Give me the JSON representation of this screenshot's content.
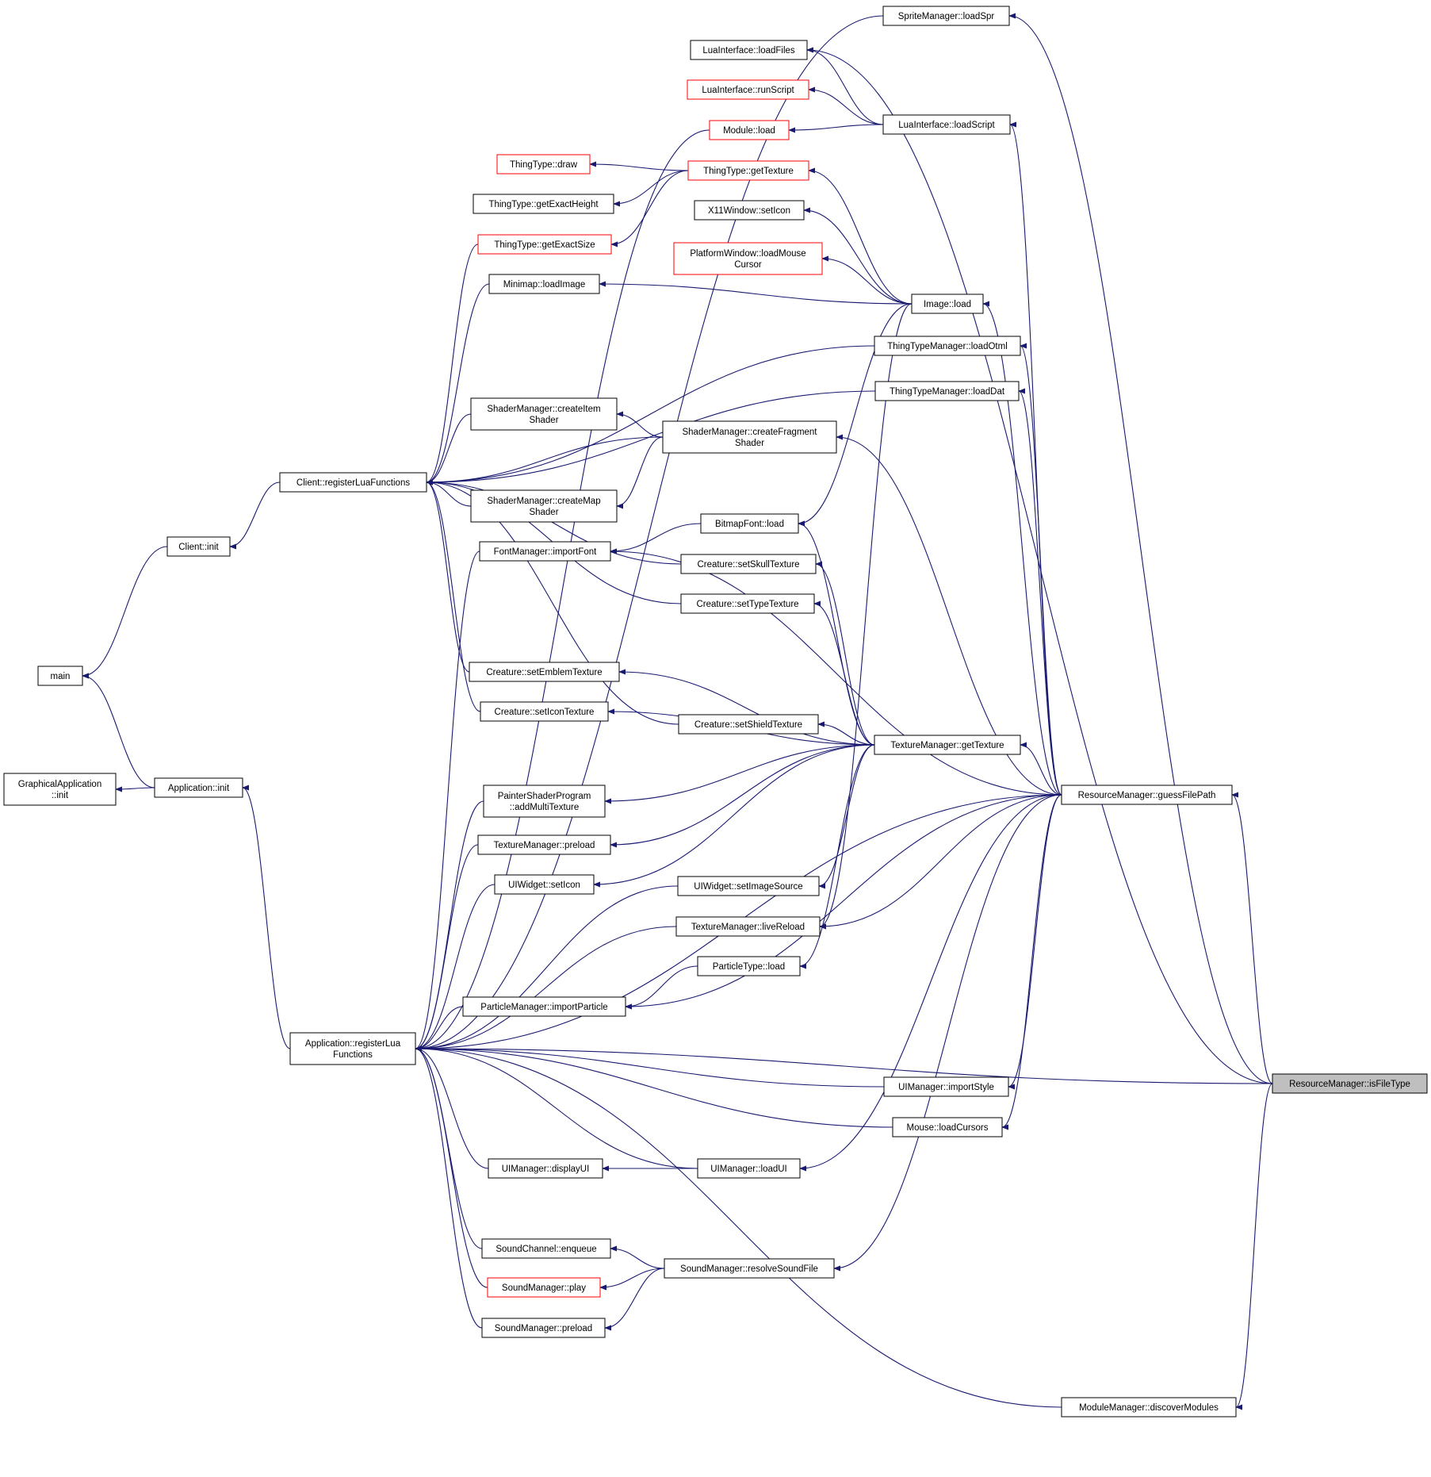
{
  "colors": {
    "edge": "#191970",
    "node_border": "#000000",
    "node_border_truncated": "#ff0000",
    "node_fill": "#ffffff",
    "focus_fill": "#bfbfbf"
  },
  "nodes": {
    "spr_loadspr": {
      "label": [
        "SpriteManager::loadSpr"
      ]
    },
    "lua_loadfiles": {
      "label": [
        "LuaInterface::loadFiles"
      ]
    },
    "lua_runscript": {
      "label": [
        "LuaInterface::runScript"
      ],
      "truncated": true
    },
    "lua_loadscript": {
      "label": [
        "LuaInterface::loadScript"
      ]
    },
    "module_load": {
      "label": [
        "Module::load"
      ],
      "truncated": true
    },
    "tt_draw": {
      "label": [
        "ThingType::draw"
      ],
      "truncated": true
    },
    "tt_gettexture": {
      "label": [
        "ThingType::getTexture"
      ],
      "truncated": true
    },
    "tt_exactheight": {
      "label": [
        "ThingType::getExactHeight"
      ]
    },
    "tt_exactsize": {
      "label": [
        "ThingType::getExactSize"
      ],
      "truncated": true
    },
    "x11_seticon": {
      "label": [
        "X11Window::setIcon"
      ]
    },
    "pw_loadmouse": {
      "label": [
        "PlatformWindow::loadMouse",
        "Cursor"
      ],
      "truncated": true
    },
    "minimap_loadimage": {
      "label": [
        "Minimap::loadImage"
      ]
    },
    "image_load": {
      "label": [
        "Image::load"
      ]
    },
    "ttm_loadotml": {
      "label": [
        "ThingTypeManager::loadOtml"
      ]
    },
    "ttm_loaddat": {
      "label": [
        "ThingTypeManager::loadDat"
      ]
    },
    "sm_itemshader": {
      "label": [
        "ShaderManager::createItem",
        "Shader"
      ]
    },
    "sm_fragshader": {
      "label": [
        "ShaderManager::createFragment",
        "Shader"
      ]
    },
    "sm_mapshader": {
      "label": [
        "ShaderManager::createMap",
        "Shader"
      ]
    },
    "client_reglua": {
      "label": [
        "Client::registerLuaFunctions"
      ]
    },
    "bitmapfont_load": {
      "label": [
        "BitmapFont::load"
      ]
    },
    "fm_importfont": {
      "label": [
        "FontManager::importFont"
      ]
    },
    "client_init": {
      "label": [
        "Client::init"
      ]
    },
    "cr_skull": {
      "label": [
        "Creature::setSkullTexture"
      ]
    },
    "cr_type": {
      "label": [
        "Creature::setTypeTexture"
      ]
    },
    "main": {
      "label": [
        "main"
      ]
    },
    "cr_emblem": {
      "label": [
        "Creature::setEmblemTexture"
      ]
    },
    "cr_icon": {
      "label": [
        "Creature::setIconTexture"
      ]
    },
    "cr_shield": {
      "label": [
        "Creature::setShieldTexture"
      ]
    },
    "texm_gettexture": {
      "label": [
        "TextureManager::getTexture"
      ]
    },
    "ga_init": {
      "label": [
        "GraphicalApplication",
        "::init"
      ]
    },
    "app_init": {
      "label": [
        "Application::init"
      ]
    },
    "psp_addmulti": {
      "label": [
        "PainterShaderProgram",
        "::addMultiTexture"
      ]
    },
    "rm_guess": {
      "label": [
        "ResourceManager::guessFilePath"
      ]
    },
    "texm_preload": {
      "label": [
        "TextureManager::preload"
      ]
    },
    "uiw_seticon": {
      "label": [
        "UIWidget::setIcon"
      ]
    },
    "uiw_setimage": {
      "label": [
        "UIWidget::setImageSource"
      ]
    },
    "texm_livereload": {
      "label": [
        "TextureManager::liveReload"
      ]
    },
    "pt_load": {
      "label": [
        "ParticleType::load"
      ]
    },
    "pm_import": {
      "label": [
        "ParticleManager::importParticle"
      ]
    },
    "app_reglua": {
      "label": [
        "Application::registerLua",
        "Functions"
      ]
    },
    "rm_isfiletype": {
      "label": [
        "ResourceManager::isFileType"
      ],
      "focus": true
    },
    "uim_importstyle": {
      "label": [
        "UIManager::importStyle"
      ]
    },
    "mouse_loadcursors": {
      "label": [
        "Mouse::loadCursors"
      ]
    },
    "uim_displayui": {
      "label": [
        "UIManager::displayUI"
      ]
    },
    "uim_loadui": {
      "label": [
        "UIManager::loadUI"
      ]
    },
    "sc_enqueue": {
      "label": [
        "SoundChannel::enqueue"
      ]
    },
    "sndm_resolve": {
      "label": [
        "SoundManager::resolveSoundFile"
      ]
    },
    "sndm_play": {
      "label": [
        "SoundManager::play"
      ],
      "truncated": true
    },
    "sndm_preload": {
      "label": [
        "SoundManager::preload"
      ]
    },
    "modm_discover": {
      "label": [
        "ModuleManager::discoverModules"
      ]
    }
  },
  "edges": [
    [
      "client_init",
      "main"
    ],
    [
      "app_init",
      "main"
    ],
    [
      "app_init",
      "ga_init"
    ],
    [
      "client_reglua",
      "client_init"
    ],
    [
      "app_reglua",
      "app_init"
    ],
    [
      "spr_loadspr",
      "app_reglua"
    ],
    [
      "lua_loadscript",
      "lua_loadfiles"
    ],
    [
      "lua_loadscript",
      "lua_runscript"
    ],
    [
      "lua_loadscript",
      "module_load"
    ],
    [
      "module_load",
      "app_reglua"
    ],
    [
      "tt_gettexture",
      "tt_draw"
    ],
    [
      "tt_gettexture",
      "tt_exactheight"
    ],
    [
      "tt_gettexture",
      "tt_exactsize"
    ],
    [
      "tt_exactsize",
      "client_reglua"
    ],
    [
      "minimap_loadimage",
      "client_reglua"
    ],
    [
      "ttm_loadotml",
      "client_reglua"
    ],
    [
      "ttm_loaddat",
      "client_reglua"
    ],
    [
      "sm_itemshader",
      "client_reglua"
    ],
    [
      "sm_fragshader",
      "client_reglua"
    ],
    [
      "sm_fragshader",
      "sm_itemshader"
    ],
    [
      "sm_fragshader",
      "sm_mapshader"
    ],
    [
      "sm_mapshader",
      "client_reglua"
    ],
    [
      "cr_skull",
      "client_reglua"
    ],
    [
      "cr_type",
      "client_reglua"
    ],
    [
      "cr_emblem",
      "client_reglua"
    ],
    [
      "cr_icon",
      "client_reglua"
    ],
    [
      "cr_shield",
      "client_reglua"
    ],
    [
      "image_load",
      "tt_gettexture"
    ],
    [
      "image_load",
      "x11_seticon"
    ],
    [
      "image_load",
      "pw_loadmouse"
    ],
    [
      "image_load",
      "minimap_loadimage"
    ],
    [
      "image_load",
      "bitmapfont_load"
    ],
    [
      "image_load",
      "texm_livereload"
    ],
    [
      "bitmapfont_load",
      "fm_importfont"
    ],
    [
      "fm_importfont",
      "app_reglua"
    ],
    [
      "texm_gettexture",
      "bitmapfont_load"
    ],
    [
      "texm_gettexture",
      "cr_skull"
    ],
    [
      "texm_gettexture",
      "cr_type"
    ],
    [
      "texm_gettexture",
      "cr_emblem"
    ],
    [
      "texm_gettexture",
      "cr_icon"
    ],
    [
      "texm_gettexture",
      "cr_shield"
    ],
    [
      "texm_gettexture",
      "psp_addmulti"
    ],
    [
      "texm_gettexture",
      "texm_preload"
    ],
    [
      "texm_gettexture",
      "uiw_seticon"
    ],
    [
      "texm_gettexture",
      "uiw_setimage"
    ],
    [
      "texm_gettexture",
      "pt_load"
    ],
    [
      "psp_addmulti",
      "app_reglua"
    ],
    [
      "texm_preload",
      "app_reglua"
    ],
    [
      "uiw_seticon",
      "app_reglua"
    ],
    [
      "uiw_setimage",
      "app_reglua"
    ],
    [
      "texm_livereload",
      "app_reglua"
    ],
    [
      "pt_load",
      "pm_import"
    ],
    [
      "pm_import",
      "app_reglua"
    ],
    [
      "rm_guess",
      "lua_loadscript"
    ],
    [
      "rm_guess",
      "image_load"
    ],
    [
      "rm_guess",
      "ttm_loadotml"
    ],
    [
      "rm_guess",
      "ttm_loaddat"
    ],
    [
      "rm_guess",
      "sm_fragshader"
    ],
    [
      "rm_guess",
      "fm_importfont"
    ],
    [
      "rm_guess",
      "texm_gettexture"
    ],
    [
      "rm_guess",
      "texm_livereload"
    ],
    [
      "rm_guess",
      "pm_import"
    ],
    [
      "rm_guess",
      "app_reglua"
    ],
    [
      "rm_guess",
      "uim_importstyle"
    ],
    [
      "rm_guess",
      "mouse_loadcursors"
    ],
    [
      "rm_guess",
      "uim_loadui"
    ],
    [
      "rm_guess",
      "sndm_resolve"
    ],
    [
      "rm_isfiletype",
      "spr_loadspr"
    ],
    [
      "rm_isfiletype",
      "lua_loadfiles"
    ],
    [
      "rm_isfiletype",
      "rm_guess"
    ],
    [
      "rm_isfiletype",
      "app_reglua"
    ],
    [
      "rm_isfiletype",
      "modm_discover"
    ],
    [
      "uim_importstyle",
      "app_reglua"
    ],
    [
      "mouse_loadcursors",
      "app_reglua"
    ],
    [
      "uim_displayui",
      "app_reglua"
    ],
    [
      "uim_loadui",
      "uim_displayui"
    ],
    [
      "uim_loadui",
      "app_reglua"
    ],
    [
      "sndm_resolve",
      "sc_enqueue"
    ],
    [
      "sndm_resolve",
      "sndm_play"
    ],
    [
      "sndm_resolve",
      "sndm_preload"
    ],
    [
      "sc_enqueue",
      "app_reglua"
    ],
    [
      "sndm_play",
      "app_reglua"
    ],
    [
      "sndm_preload",
      "app_reglua"
    ],
    [
      "modm_discover",
      "app_reglua"
    ]
  ]
}
